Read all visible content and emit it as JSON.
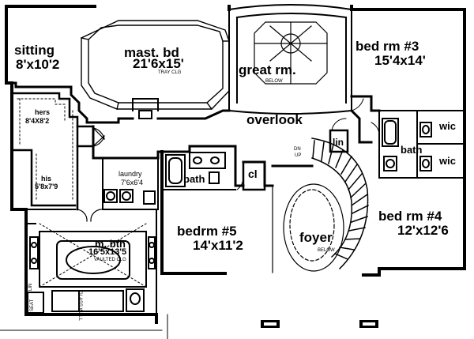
{
  "rooms": {
    "sitting": {
      "name": "sitting",
      "dim": "8'x10'2"
    },
    "master_bed": {
      "name": "mast. bd",
      "dim": "21'6x15'",
      "note": "TRAY CLG"
    },
    "great_room": {
      "name": "great rm.",
      "note": "BELOW"
    },
    "bed3": {
      "name": "bed rm #3",
      "dim": "15'4x14'"
    },
    "overlook": {
      "name": "overlook"
    },
    "hers": {
      "name": "hers",
      "dim": "8'4X8'2"
    },
    "his": {
      "name": "his",
      "dim": "5'8x7'9"
    },
    "laundry": {
      "name": "laundry",
      "dim": "7'6x6'4"
    },
    "bath_center": {
      "name": "bath"
    },
    "closet": {
      "name": "cl"
    },
    "linen": {
      "name": "lin"
    },
    "bath_right": {
      "name": "bath"
    },
    "wic_top": {
      "name": "wic"
    },
    "wic_bottom": {
      "name": "wic"
    },
    "bed5": {
      "name": "bedrm #5",
      "dim": "14'x11'2"
    },
    "foyer": {
      "name": "foyer",
      "note": "BELOW"
    },
    "bed4": {
      "name": "bed rm #4",
      "dim": "12'x12'6"
    },
    "master_bath": {
      "name": "m. bth",
      "dim": "16'5x13'5",
      "note": "VAULTED CLG"
    }
  },
  "stair_labels": {
    "dn": "DN",
    "up": "UP"
  },
  "fixtures": {
    "glass_wall": "GLASS WALL",
    "seat": "SEAT",
    "lin": "LIN"
  }
}
